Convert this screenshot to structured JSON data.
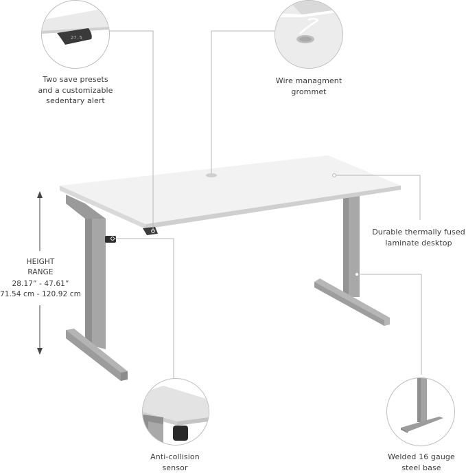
{
  "callouts": {
    "presets": {
      "lines": [
        "Two save presets",
        "and a customizable",
        "sedentary alert"
      ],
      "display_reading": "27.5",
      "icon": "control-panel-icon"
    },
    "grommet": {
      "lines": [
        "Wire managment",
        "grommet"
      ],
      "icon": "grommet-icon"
    },
    "laminate": {
      "lines": [
        "Durable thermally fused",
        "laminate desktop"
      ]
    },
    "sensor": {
      "lines": [
        "Anti-collision",
        "sensor"
      ],
      "icon": "sensor-icon"
    },
    "base": {
      "lines": [
        "Welded 16 gauge",
        "steel base"
      ],
      "icon": "steel-base-icon"
    }
  },
  "height_range": {
    "title_lines": [
      "HEIGHT",
      "RANGE"
    ],
    "inches": "28.17” - 47.61”",
    "cm": "71.54 cm - 120.92 cm",
    "icon": "double-arrow-vertical-icon"
  },
  "colors": {
    "desktop": "#f1f1f1",
    "frame": "#a9a9a9",
    "callout_line": "#b5b5b5",
    "text": "#3a3a3a"
  }
}
